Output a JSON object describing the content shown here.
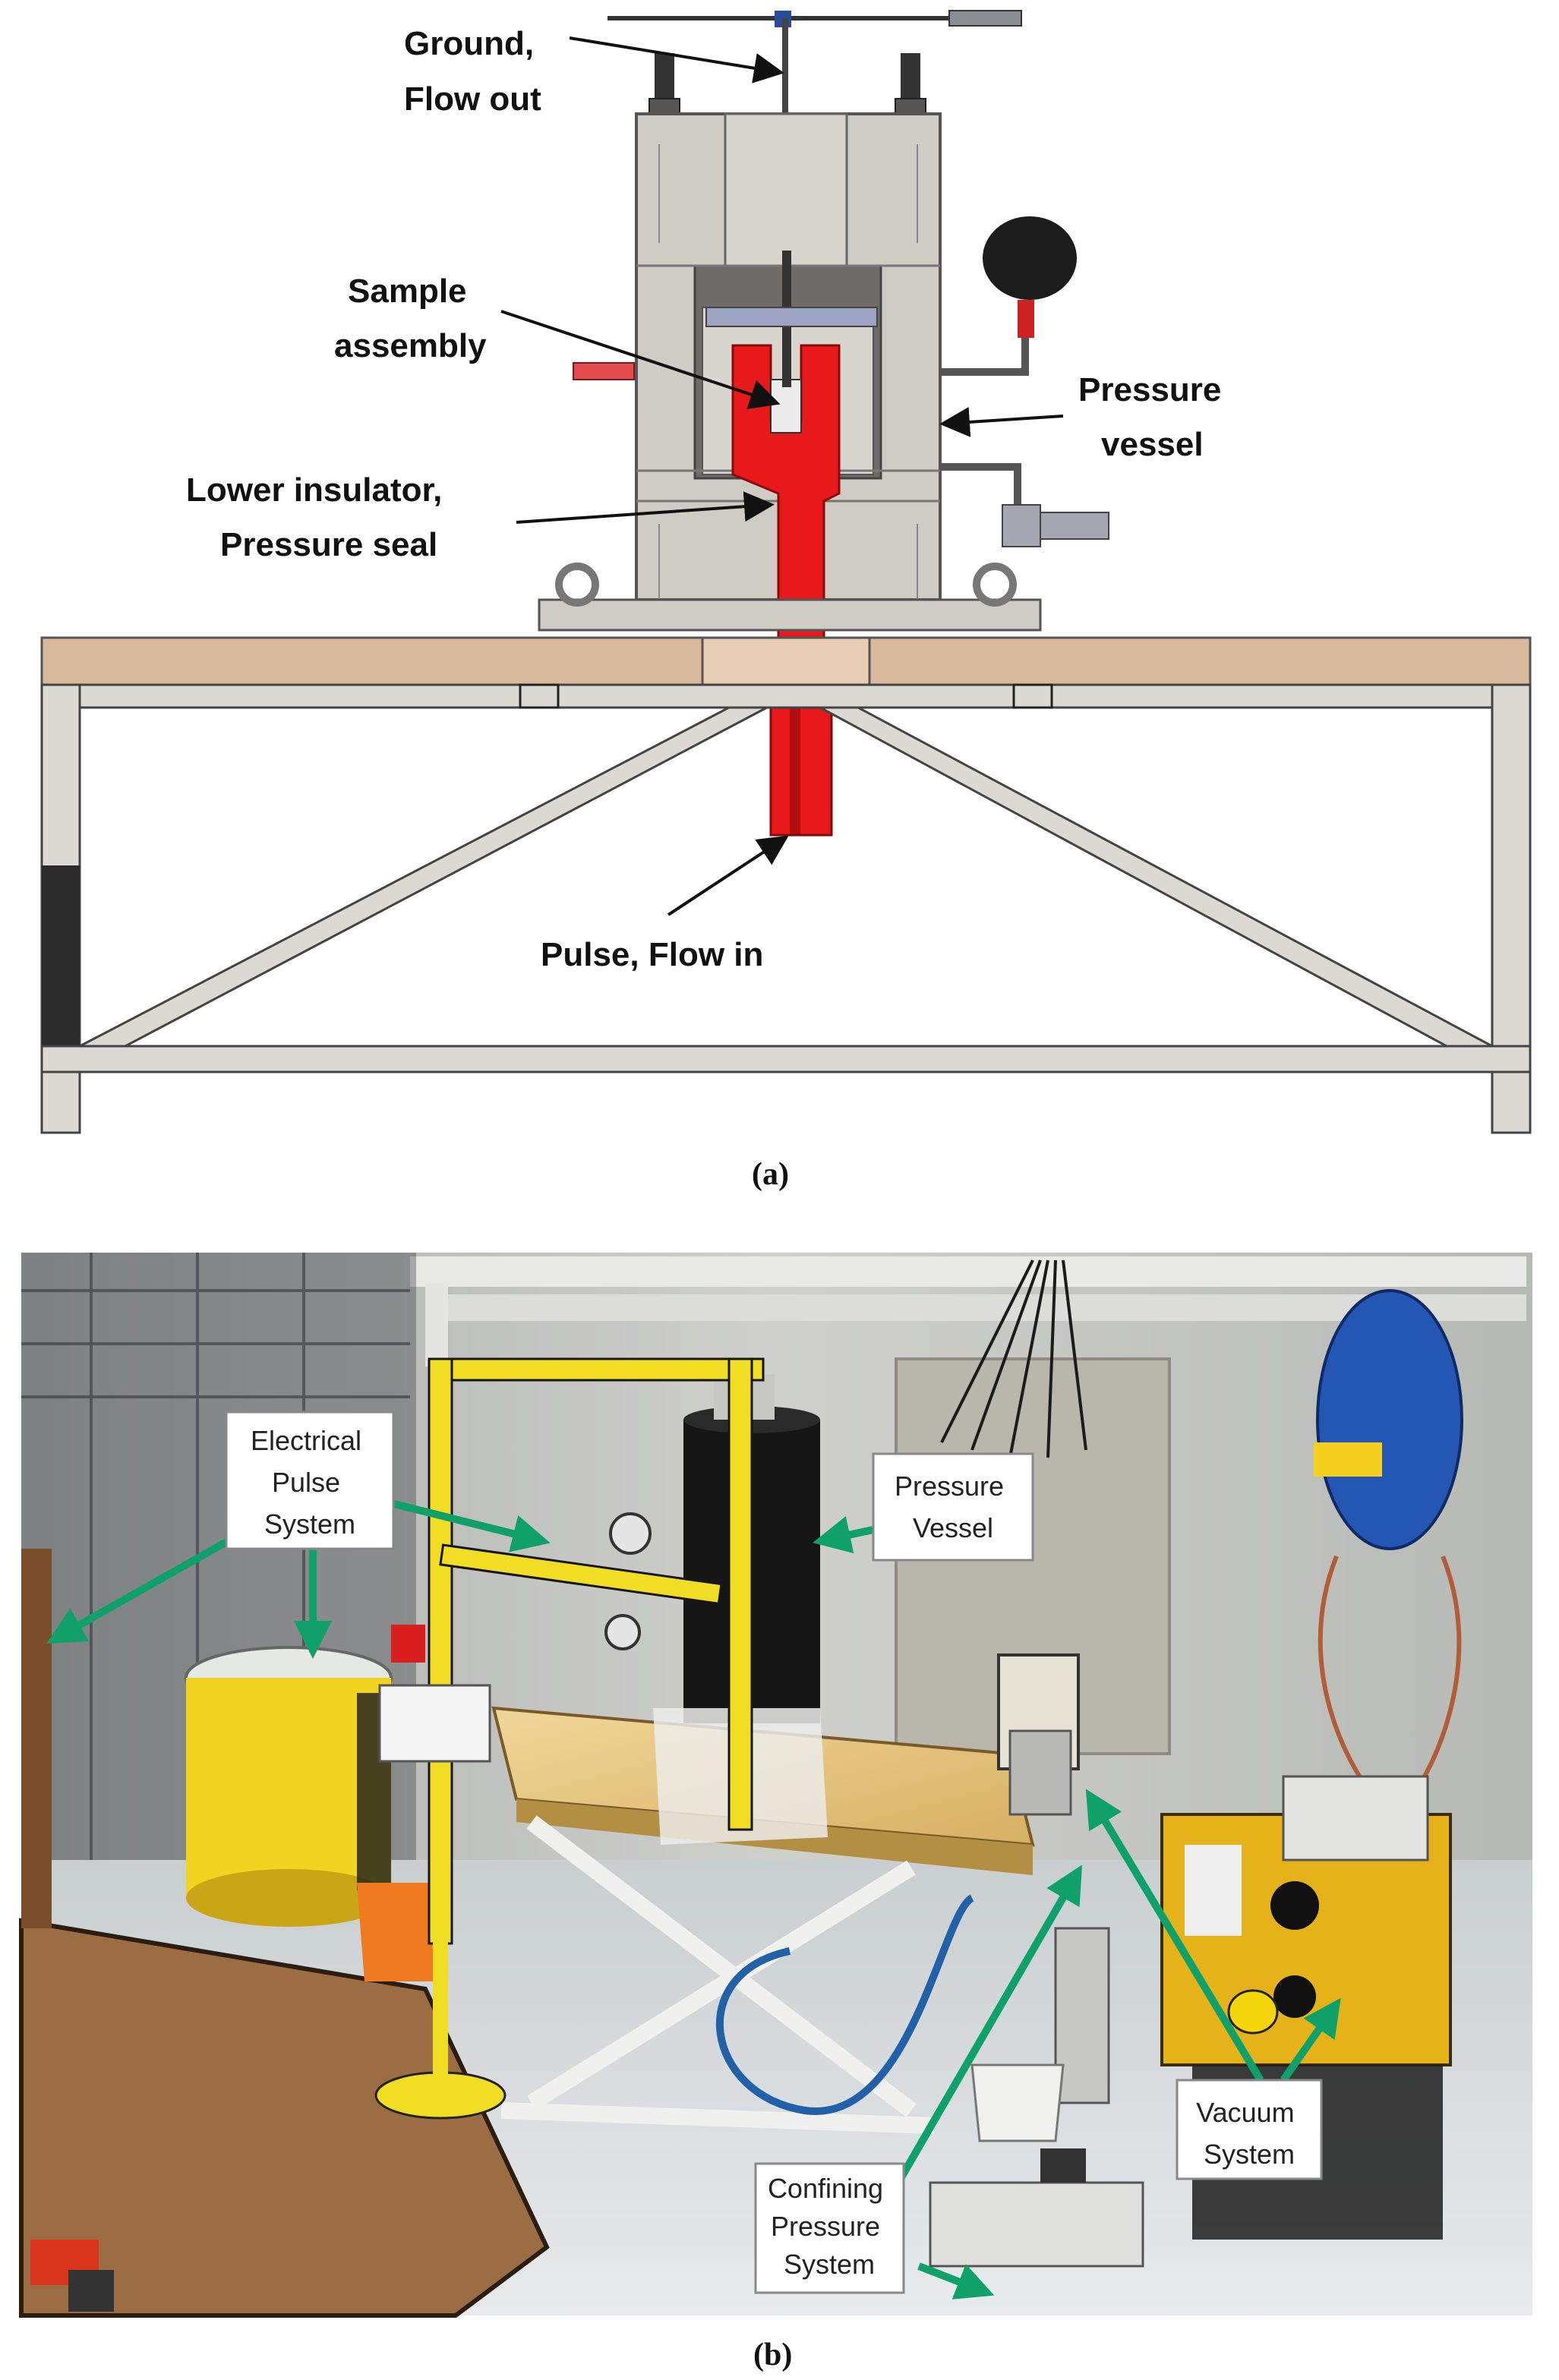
{
  "panel_a": {
    "caption": "(a)",
    "labels": {
      "ground": [
        "Ground,",
        "Flow out"
      ],
      "sample": [
        "Sample",
        "assembly"
      ],
      "vessel": [
        "Pressure",
        "vessel"
      ],
      "insulator": [
        "Lower insulator,",
        "Pressure seal"
      ],
      "pulse": "Pulse,  Flow in"
    }
  },
  "panel_b": {
    "caption": "(b)",
    "labels": {
      "electrical": [
        "Electrical",
        "Pulse",
        "System"
      ],
      "pressure_vessel": [
        "Pressure",
        "Vessel"
      ],
      "confining": [
        "Confining",
        "Pressure",
        "System"
      ],
      "vacuum": [
        "Vacuum",
        "System"
      ]
    }
  },
  "colors": {
    "steel": "#cfcbc5",
    "insulator": "#e8191b",
    "table_top": "#d9b99b",
    "arrow_green": "#10a16b",
    "floor": "#dfe3e6",
    "bench": "#e3c27a",
    "yellow": "#f2d31f"
  }
}
